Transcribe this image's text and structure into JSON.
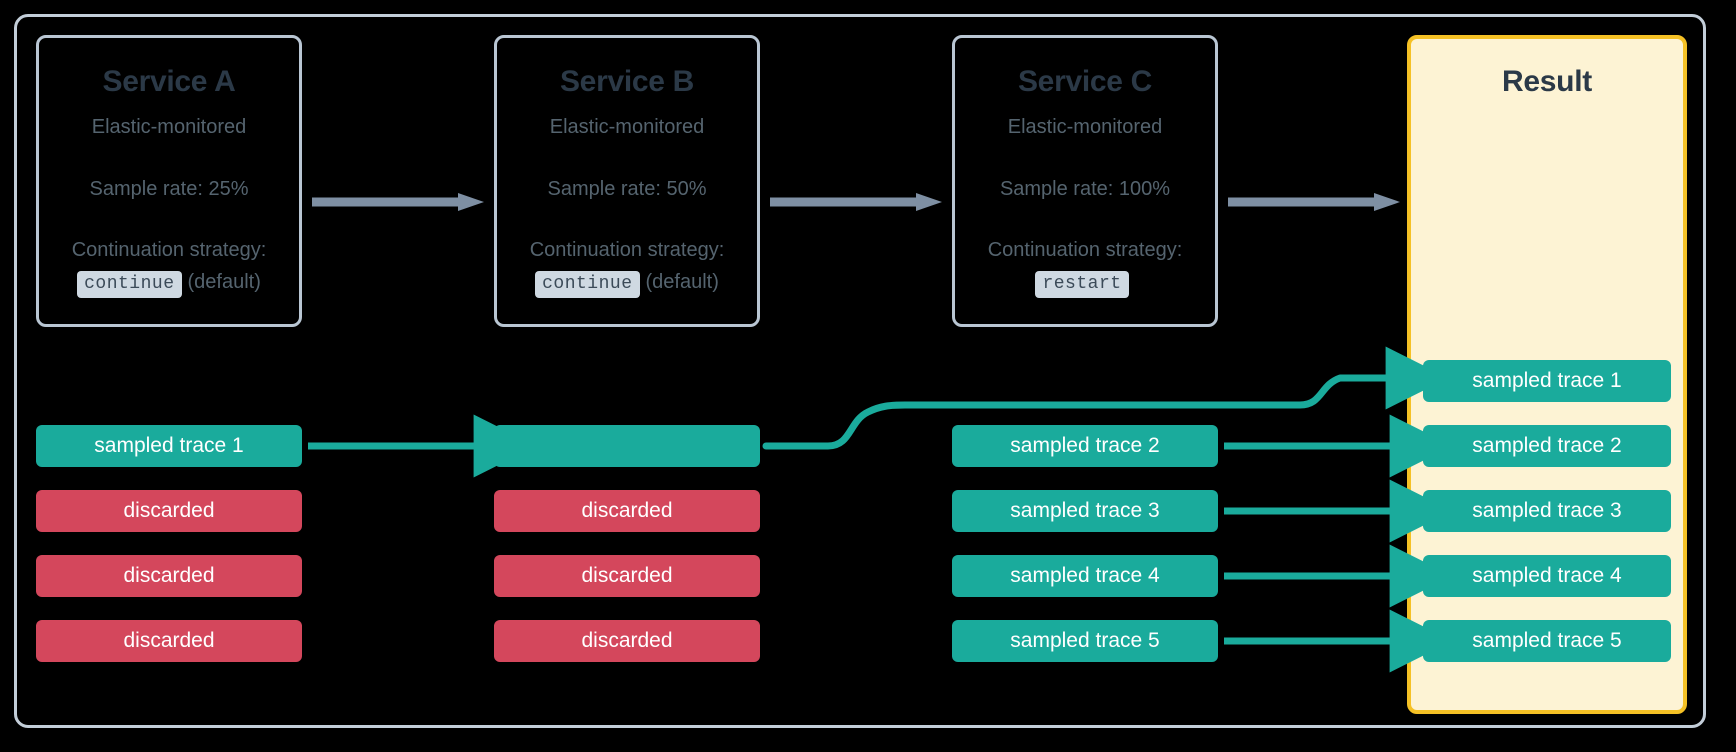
{
  "diagram": {
    "title": "Distributed tracing sample rate and continuation strategy",
    "colors": {
      "background": "#000000",
      "frame_border": "#c3ced9",
      "card_border": "#b9c6d3",
      "card_title": "#2b3947",
      "card_text": "#55646f",
      "chip_bg": "#cfd9e2",
      "sampled_green": "#1aab9c",
      "discarded_red": "#d4475c",
      "result_bg": "#fdf3d4",
      "result_border": "#f5c125",
      "gray_arrow": "#7e8fa3"
    }
  },
  "services": [
    {
      "title": "Service A",
      "subtitle": "Elastic-monitored",
      "sample_rate": "Sample rate: 25%",
      "strategy_label": "Continuation strategy:",
      "strategy_value": "continue",
      "strategy_note": "(default)"
    },
    {
      "title": "Service B",
      "subtitle": "Elastic-monitored",
      "sample_rate": "Sample rate: 50%",
      "strategy_label": "Continuation strategy:",
      "strategy_value": "continue",
      "strategy_note": "(default)"
    },
    {
      "title": "Service C",
      "subtitle": "Elastic-monitored",
      "sample_rate": "Sample rate: 100%",
      "strategy_label": "Continuation strategy:",
      "strategy_value": "restart",
      "strategy_note": ""
    }
  ],
  "result": {
    "title": "Result",
    "traces": [
      "sampled trace 1",
      "sampled trace 2",
      "sampled trace 3",
      "sampled trace 4",
      "sampled trace 5"
    ]
  },
  "columns": {
    "service_a": [
      {
        "label": "sampled trace 1",
        "state": "sampled"
      },
      {
        "label": "discarded",
        "state": "discarded"
      },
      {
        "label": "discarded",
        "state": "discarded"
      },
      {
        "label": "discarded",
        "state": "discarded"
      }
    ],
    "service_b": [
      {
        "label": "",
        "state": "sampled"
      },
      {
        "label": "discarded",
        "state": "discarded"
      },
      {
        "label": "discarded",
        "state": "discarded"
      },
      {
        "label": "discarded",
        "state": "discarded"
      }
    ],
    "service_c": [
      {
        "label": "sampled trace 2",
        "state": "sampled"
      },
      {
        "label": "sampled trace 3",
        "state": "sampled"
      },
      {
        "label": "sampled trace 4",
        "state": "sampled"
      },
      {
        "label": "sampled trace 5",
        "state": "sampled"
      }
    ]
  }
}
